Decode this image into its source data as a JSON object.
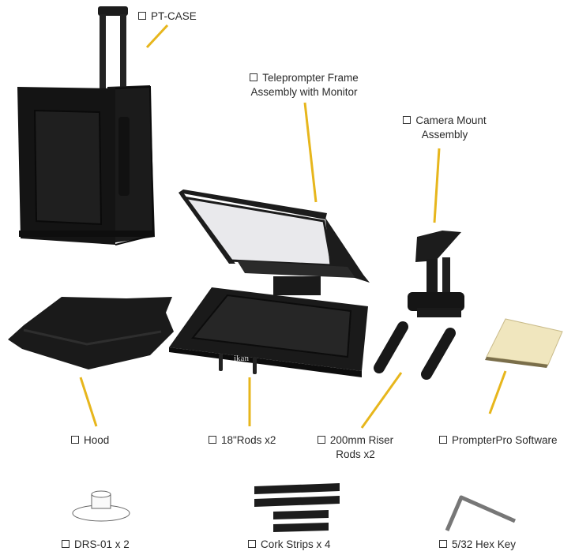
{
  "items": [
    {
      "id": "pt-case",
      "lines": [
        "PT-CASE"
      ]
    },
    {
      "id": "frame",
      "lines": [
        "Teleprompter Frame",
        "Assembly with Monitor"
      ]
    },
    {
      "id": "camera-mount",
      "lines": [
        "Camera Mount",
        "Assembly"
      ]
    },
    {
      "id": "hood",
      "lines": [
        "Hood"
      ]
    },
    {
      "id": "rods18",
      "lines": [
        "18\"Rods x2"
      ]
    },
    {
      "id": "riser",
      "lines": [
        "200mm Riser",
        "Rods x2"
      ]
    },
    {
      "id": "software",
      "lines": [
        "PrompterPro Software"
      ]
    },
    {
      "id": "drs",
      "lines": [
        "DRS-01 x 2"
      ]
    },
    {
      "id": "cork",
      "lines": [
        "Cork Strips x 4"
      ]
    },
    {
      "id": "hexkey",
      "lines": [
        "5/32 Hex Key"
      ]
    }
  ],
  "monitor_logo": "ikan",
  "colors": {
    "leader": "#e7b61c",
    "equipment": "#1c1c1c"
  }
}
